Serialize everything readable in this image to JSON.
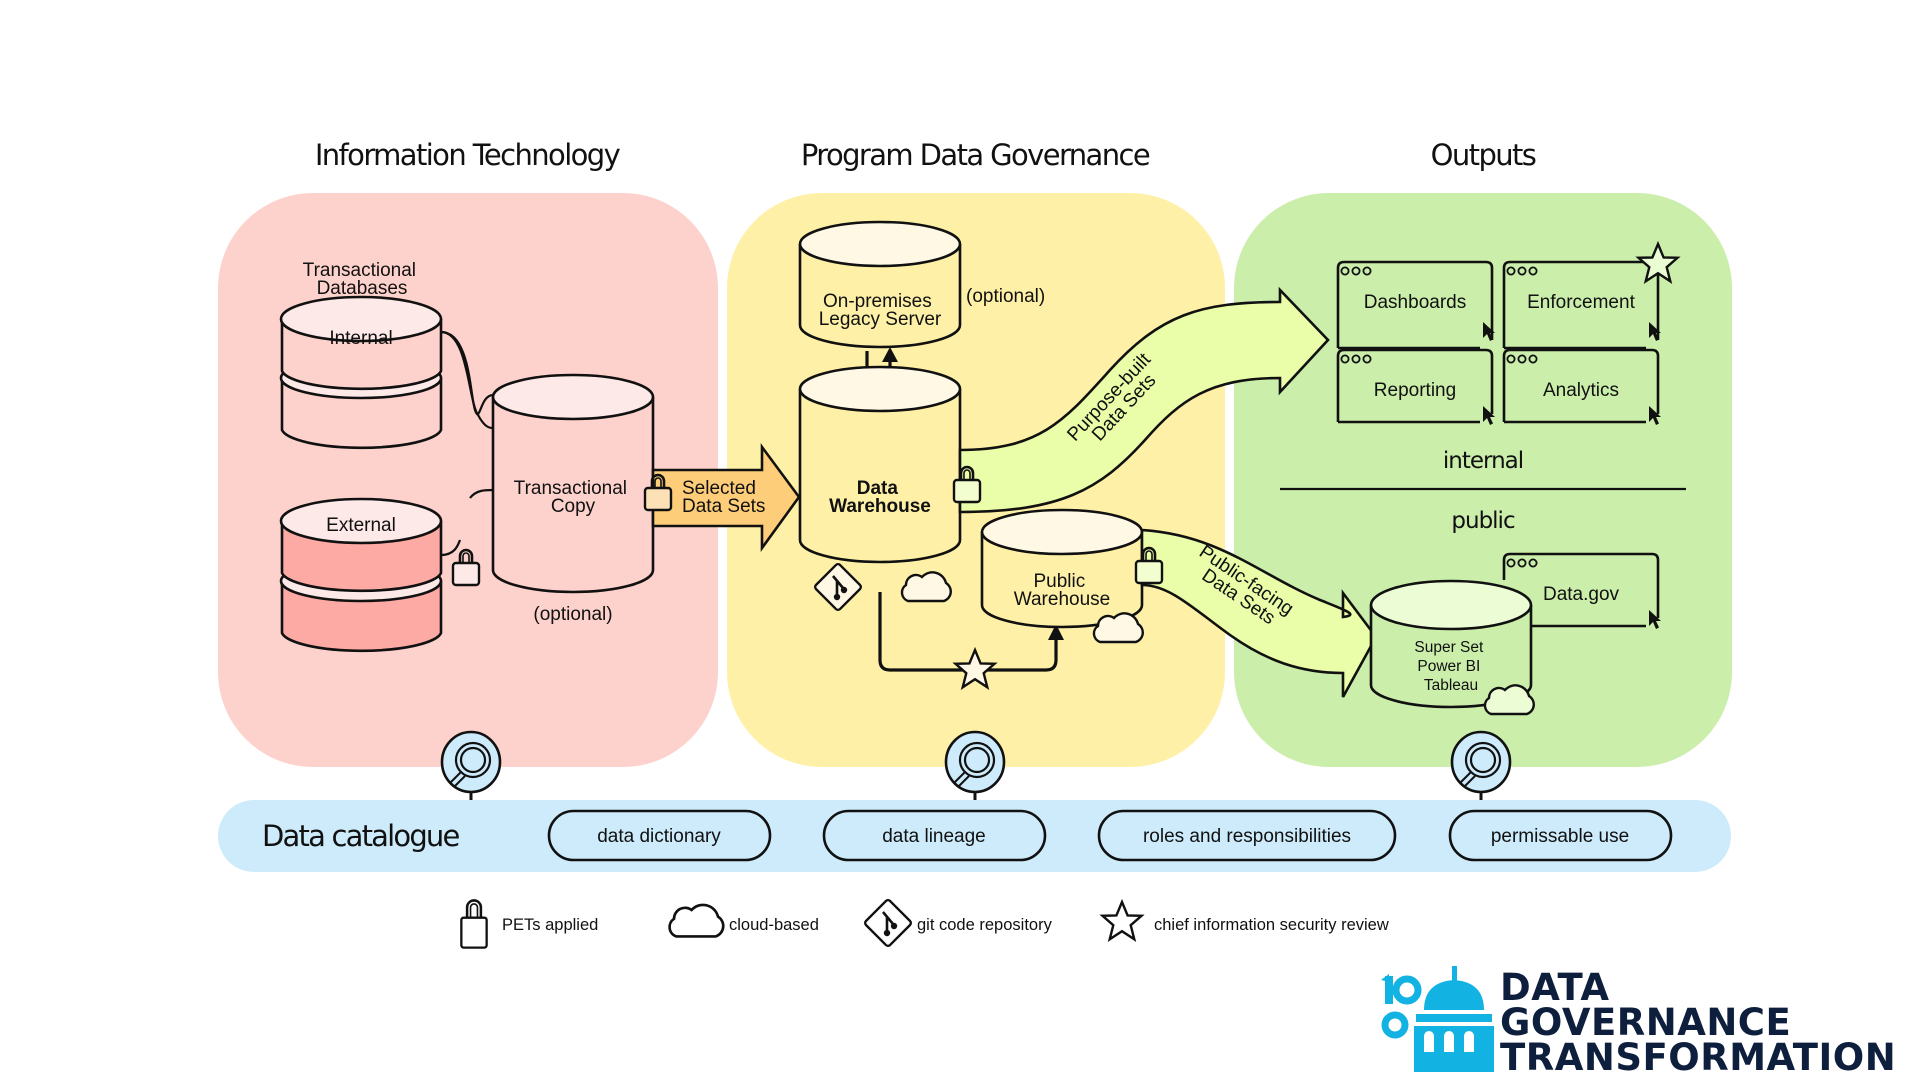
{
  "sections": {
    "it": {
      "title": "Information Technology"
    },
    "pdg": {
      "title": "Program Data Governance"
    },
    "outputs": {
      "title": "Outputs"
    }
  },
  "it": {
    "transactional_databases_label": [
      "Transactional",
      "Databases"
    ],
    "internal_db_label": "Internal",
    "external_db_label": "External",
    "transactional_copy_label": [
      "Transactional",
      "Copy"
    ],
    "transactional_copy_note": "(optional)",
    "selected_arrow_label": [
      "Selected",
      "Data Sets"
    ]
  },
  "pdg": {
    "legacy_server_label": [
      "On-premises",
      "Legacy Server"
    ],
    "legacy_server_note": "(optional)",
    "data_warehouse_label": [
      "Data",
      "Warehouse"
    ],
    "public_warehouse_label": [
      "Public",
      "Warehouse"
    ],
    "purpose_arrow_label": [
      "Purpose-built",
      "Data Sets"
    ],
    "public_arrow_label": [
      "Public-facing",
      "Data Sets"
    ]
  },
  "outputs": {
    "internal_apps": [
      "Dashboards",
      "Enforcement",
      "Reporting",
      "Analytics"
    ],
    "internal_label": "internal",
    "public_label": "public",
    "public_app": "Data.gov",
    "bi_tools": [
      "Super Set",
      "Power BI",
      "Tableau"
    ]
  },
  "catalogue": {
    "title": "Data catalogue",
    "pills": [
      "data dictionary",
      "data lineage",
      "roles and responsibilities",
      "permissable use"
    ]
  },
  "legend": [
    {
      "icon": "lock-icon",
      "label": "PETs applied"
    },
    {
      "icon": "cloud-icon",
      "label": "cloud-based"
    },
    {
      "icon": "git-icon",
      "label": "git code repository"
    },
    {
      "icon": "star-icon",
      "label": "chief information security review"
    }
  ],
  "logo": {
    "lines": [
      "DATA",
      "GOVERNANCE",
      "TRANSFORMATION"
    ],
    "accent_color": "#12b3e3",
    "text_color": "#0e1f3d"
  },
  "colors": {
    "it_panel": "#fdd2cc",
    "pdg_panel": "#fef0a6",
    "outputs_panel": "#cbeeab",
    "catalogue_bar": "#cdebfb",
    "selected_arrow": "#fdcd7a",
    "green_arrow": "#eafda8"
  }
}
